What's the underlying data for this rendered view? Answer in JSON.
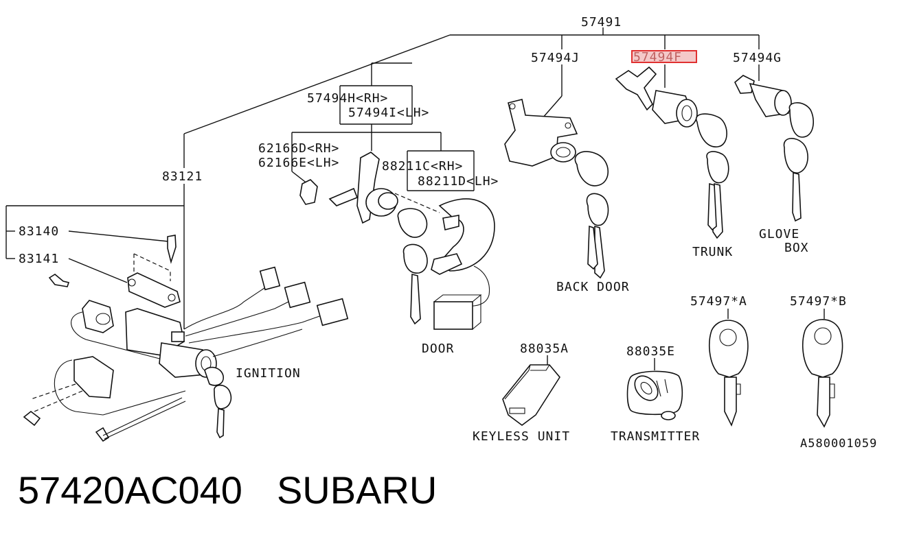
{
  "footer": {
    "part_number": "57420AC040",
    "brand": "SUBARU"
  },
  "diagram": {
    "ref": "A580001059",
    "labels": {
      "l57491": "57491",
      "l57494J": "57494J",
      "l57494F": "57494F",
      "l57494G": "57494G",
      "l57494H": "57494H<RH>",
      "l57494I": "57494I<LH>",
      "l62166D": "62166D<RH>",
      "l62166E": "62166E<LH>",
      "l88211C": "88211C<RH>",
      "l88211D": "88211D<LH>",
      "l83121": "83121",
      "l83140": "83140",
      "l83141": "83141",
      "l57497A": "57497*A",
      "l57497B": "57497*B",
      "l88035A": "88035A",
      "l88035E": "88035E"
    },
    "captions": {
      "back_door": "BACK DOOR",
      "trunk": "TRUNK",
      "glove": "GLOVE",
      "box": "BOX",
      "door": "DOOR",
      "ignition": "IGNITION",
      "keyless_unit": "KEYLESS UNIT",
      "transmitter": "TRANSMITTER"
    },
    "highlight_color": "#e03030"
  }
}
